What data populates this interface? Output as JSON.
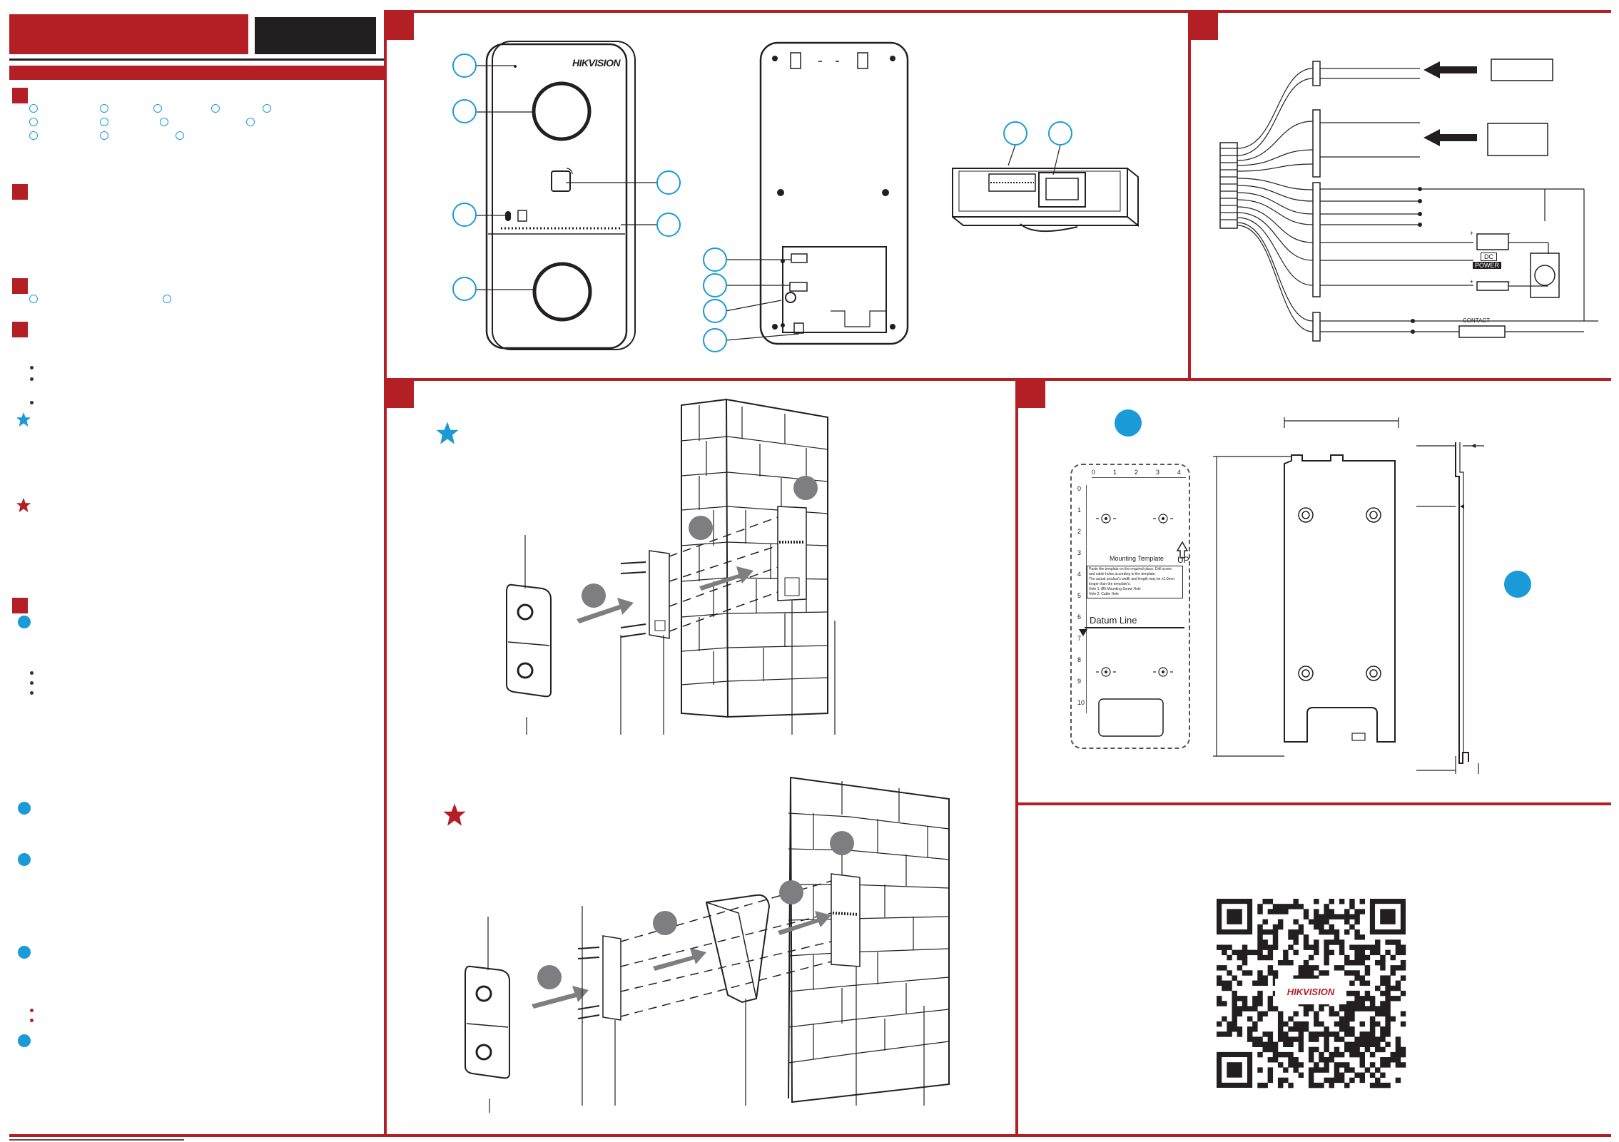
{
  "brand": "HIKVISION",
  "template": {
    "title": "Mounting Template",
    "up": "UP",
    "datum": "Datum Line",
    "note_lines": [
      "Paste the template on the required place. Drill screw",
      "and cable holes according to the template.",
      "The actual product's width and length may be ±1.0mm",
      "longer than the template's.",
      "Hole 1: Ø6 Mounting Screw Hole",
      "Hole 2: Cable Hole"
    ],
    "ruler_top": [
      "0",
      "1",
      "2",
      "3",
      "4"
    ],
    "ruler_side": [
      "0",
      "1",
      "2",
      "3",
      "4",
      "5",
      "6",
      "7",
      "8",
      "9",
      "10"
    ]
  },
  "wiring": {
    "dc_label": "DC",
    "power_label": "POWER",
    "contact_label": "CONTACT",
    "plus": "+",
    "minus": "-"
  },
  "colors": {
    "accent": "#b31f24",
    "callout": "#1a9ad6",
    "dark": "#231f20",
    "gray": "#7e7e80"
  }
}
